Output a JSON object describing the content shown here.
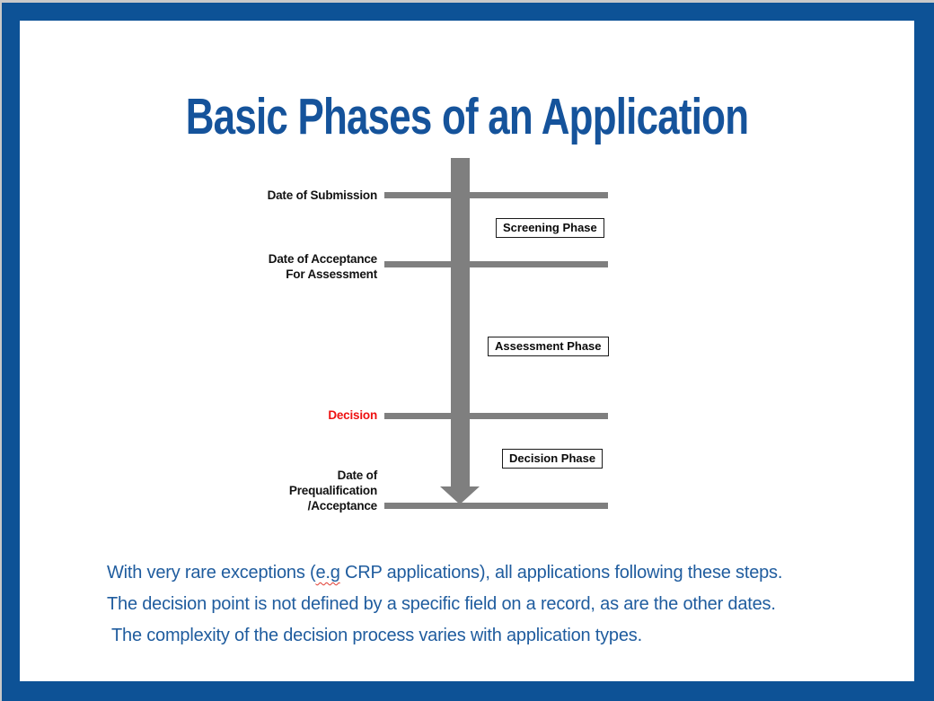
{
  "slide": {
    "title": "Basic Phases of an Application"
  },
  "timeline": {
    "milestones": [
      {
        "lines": [
          "Date of Submission"
        ]
      },
      {
        "lines": [
          "Date of Acceptance",
          "For Assessment"
        ]
      },
      {
        "lines": [
          "Decision"
        ]
      },
      {
        "lines": [
          "Date of",
          "Prequalification",
          "/Acceptance"
        ]
      }
    ],
    "phases": [
      {
        "label": "Screening Phase"
      },
      {
        "label": "Assessment Phase"
      },
      {
        "label": "Decision Phase"
      }
    ]
  },
  "notes": {
    "line1_pre": "With very rare exceptions (",
    "line1_flagged": "e.g",
    "line1_post": " CRP applications), all applications following these steps.",
    "line2": "The decision point is not defined by a specific field on a record, as are the other dates.",
    "line3": "The complexity of the decision process varies with application types."
  },
  "colors": {
    "frame_blue": "#0D5296",
    "title_blue": "#15539B",
    "notes_blue": "#1F5C9E",
    "decision_red": "#EE1111",
    "timeline_gray": "#7F7F7F"
  }
}
